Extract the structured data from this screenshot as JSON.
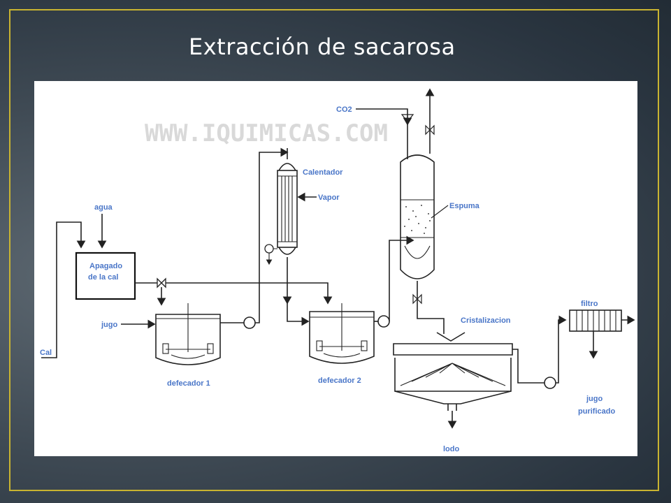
{
  "slide": {
    "title": "Extracción de sacarosa"
  },
  "diagram": {
    "watermark": "WWW.IQUIMICAS.COM",
    "labels": {
      "co2": "CO2",
      "calentador": "Calentador",
      "vapor": "Vapor",
      "espuma": "Espuma",
      "agua": "agua",
      "apagado_line1": "Apagado",
      "apagado_line2": "de la cal",
      "jugo": "jugo",
      "cal": "Cal",
      "defecador1": "defecador 1",
      "defecador2": "defecador 2",
      "cristalizacion": "Cristalizacion",
      "filtro": "filtro",
      "jugo_purificado_line1": "jugo",
      "jugo_purificado_line2": "purificado",
      "lodo": "lodo"
    }
  }
}
